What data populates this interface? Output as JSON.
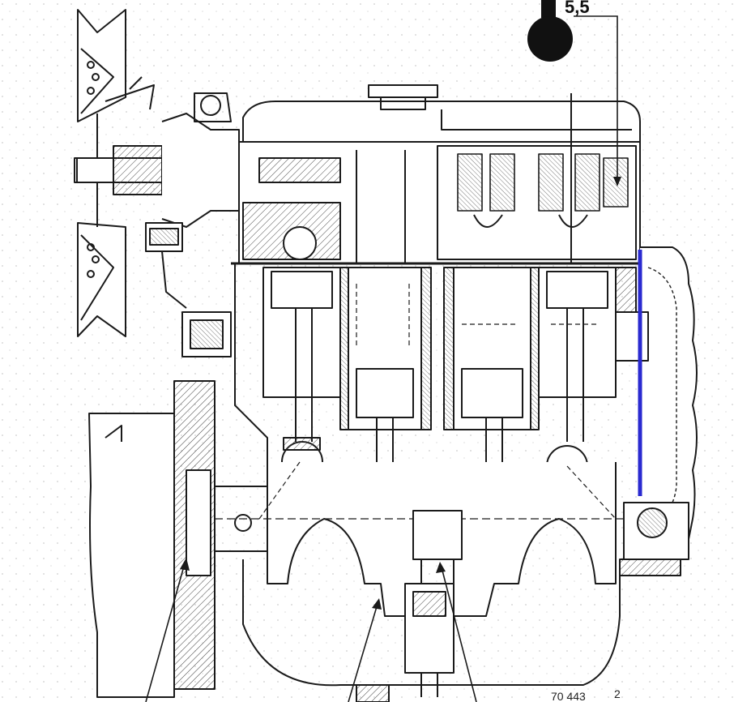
{
  "callout": {
    "value": "5,5"
  },
  "reference": {
    "code": "70 443",
    "number": "2"
  },
  "colors": {
    "ink": "#1a1a1a",
    "paper": "#ffffff",
    "highlight": "#2a2ad0",
    "hatch": "#555555"
  }
}
